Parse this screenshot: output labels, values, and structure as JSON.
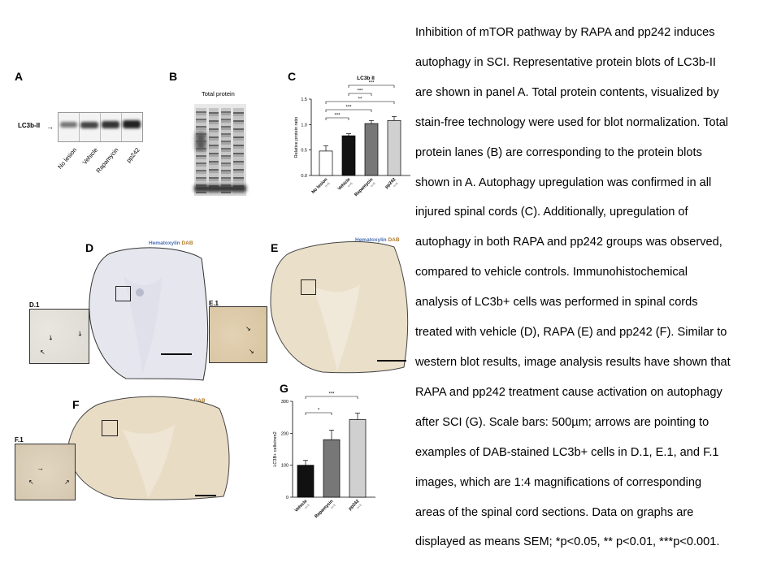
{
  "panels": {
    "a": {
      "letter": "A",
      "band_label": "LC3b-II",
      "lanes": [
        "No lesion",
        "Vehicle",
        "Rapamycin",
        "pp242"
      ]
    },
    "b": {
      "letter": "B",
      "title": "Total protein"
    },
    "c": {
      "letter": "C"
    },
    "d": {
      "letter": "D",
      "inset": "D.1"
    },
    "e": {
      "letter": "E",
      "inset": "E.1"
    },
    "f": {
      "letter": "F",
      "inset": "F.1"
    },
    "g": {
      "letter": "G"
    }
  },
  "stain_key": {
    "hematoxylin": "Hematoxylin",
    "dab": "DAB"
  },
  "colors": {
    "hematoxylin": "#4a6fb5",
    "dab": "#b07a2a",
    "tissue_dab": "#e9dcc6",
    "tissue_blue": "#e6e7ee"
  },
  "chart_data": [
    {
      "type": "bar",
      "panel": "C",
      "title": "LC3b II",
      "ylabel": "Relative protein ratio",
      "categories": [
        "No lesion",
        "Vehicle",
        "Rapamycin",
        "pp242"
      ],
      "n_labels": [
        "n=5",
        "n=5",
        "n=5",
        "n=5"
      ],
      "values": [
        0.48,
        0.78,
        1.02,
        1.08
      ],
      "errors": [
        0.1,
        0.04,
        0.06,
        0.08
      ],
      "ylim": [
        0,
        1.5
      ],
      "yticks": [
        "0.0",
        "0.5",
        "1.0",
        "1.5"
      ],
      "bar_colors": [
        "#ffffff",
        "#111111",
        "#777777",
        "#d0d0d0"
      ],
      "significance": [
        "***",
        "***",
        "**",
        "***",
        "***"
      ]
    },
    {
      "type": "bar",
      "panel": "G",
      "ylabel": "LC3B+ cells/mm2",
      "categories": [
        "Vehicle",
        "Rapamycin",
        "pp242"
      ],
      "n_labels": [
        "n=3",
        "n=3",
        "n=3"
      ],
      "values": [
        100,
        180,
        243
      ],
      "errors": [
        15,
        30,
        20
      ],
      "ylim": [
        0,
        300
      ],
      "yticks": [
        "0",
        "100",
        "200",
        "300"
      ],
      "bar_colors": [
        "#111111",
        "#777777",
        "#d0d0d0"
      ],
      "significance": [
        "*",
        "***"
      ]
    }
  ],
  "caption": [
    "Inhibition of mTOR pathway by RAPA and pp242 induces",
    "autophagy in SCI. Representative protein blots of LC3b-II",
    "are shown in panel A. Total protein contents, visualized by",
    "stain-free technology were used for blot normalization. Total",
    "protein lanes (B) are corresponding to the protein blots",
    "shown in A. Autophagy upregulation was confirmed in all",
    "injured spinal cords (C). Additionally, upregulation of",
    "autophagy in both RAPA and pp242 groups was observed,",
    "compared to vehicle controls. Immunohistochemical",
    "analysis of LC3b+ cells was performed in spinal cords",
    "treated with vehicle (D), RAPA (E) and pp242 (F). Similar to",
    "western blot results, image analysis results have shown that",
    "RAPA and pp242 treatment cause activation on autophagy",
    "after SCI (G). Scale bars: 500µm; arrows are pointing to",
    "examples of DAB-stained LC3b+ cells in D.1, E.1, and F.1",
    "images, which are 1:4 magnifications of corresponding",
    "areas of the spinal cord sections. Data on graphs are",
    "displayed as means SEM; *p<0.05, ** p<0.01, ***p<0.001."
  ]
}
